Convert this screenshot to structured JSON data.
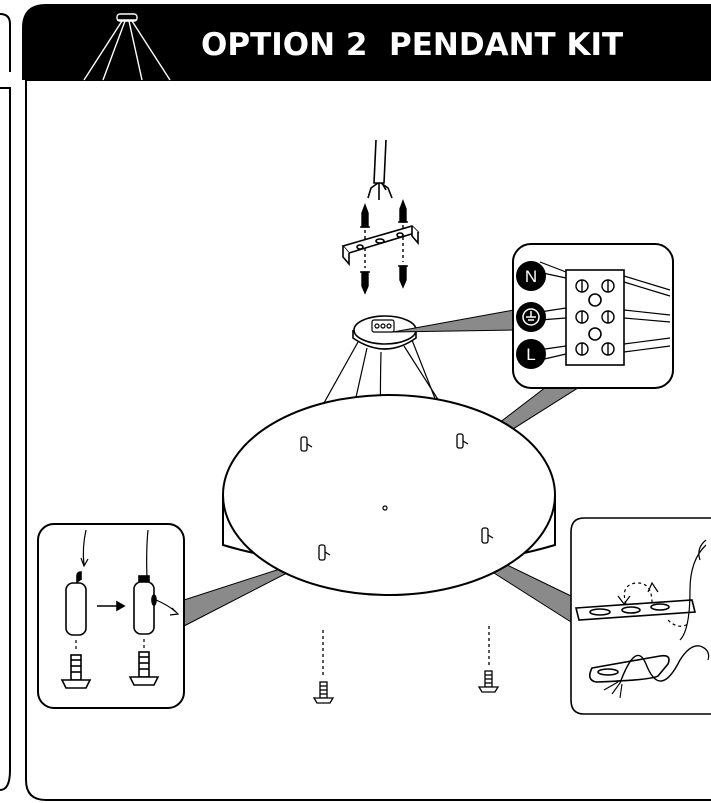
{
  "header": {
    "title": "OPTION 2  PENDANT KIT",
    "background_color": "#000000",
    "text_color": "#ffffff",
    "icon": "pendant-lamp-icon"
  },
  "wiring_detail": {
    "terminals": [
      {
        "label": "N"
      },
      {
        "label": "earth"
      },
      {
        "label": "L"
      }
    ],
    "earth_icon": "earth-ground-icon"
  },
  "colors": {
    "line": "#000000",
    "callout_fill": "#8a8a8a",
    "background": "#ffffff"
  }
}
